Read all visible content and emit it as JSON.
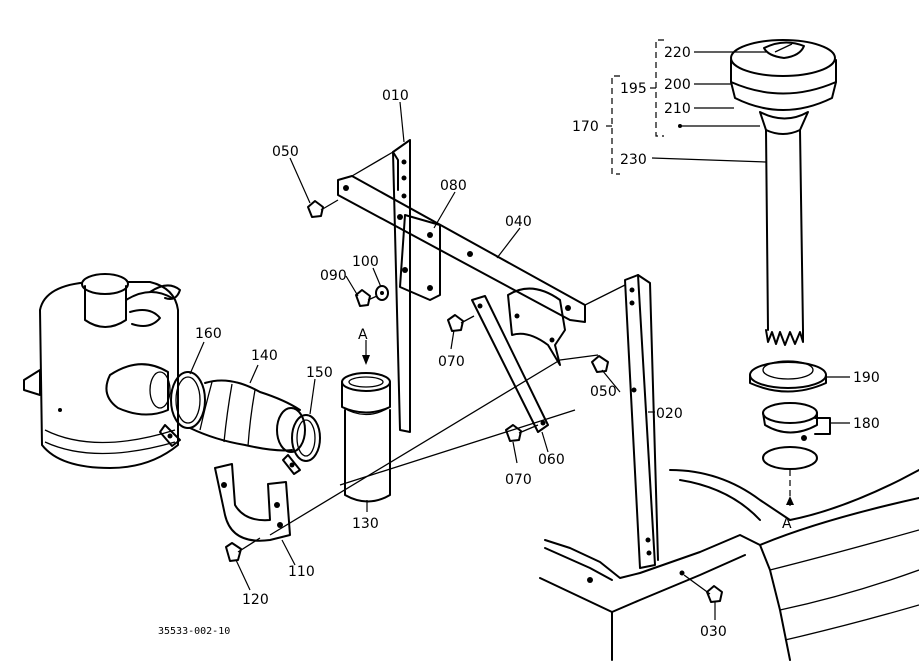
{
  "labels": {
    "p010": "010",
    "p020": "020",
    "p030": "030",
    "p040": "040",
    "p050a": "050",
    "p050b": "050",
    "p060": "060",
    "p070a": "070",
    "p070b": "070",
    "p080": "080",
    "p090": "090",
    "p100": "100",
    "p110": "110",
    "p120": "120",
    "p130": "130",
    "p140": "140",
    "p150": "150",
    "p160": "160",
    "p170": "170",
    "p180": "180",
    "p190": "190",
    "p195": "195",
    "p200": "200",
    "p210": "210",
    "p220": "220",
    "p230": "230",
    "refA1": "A",
    "refA2": "A"
  },
  "figure_code": "35533-002-10"
}
